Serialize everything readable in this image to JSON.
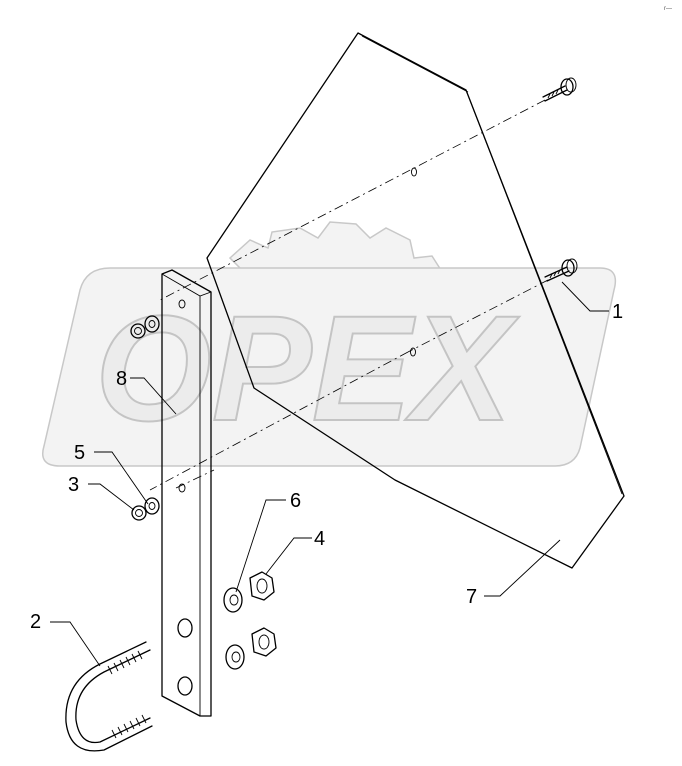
{
  "diagram": {
    "callouts": [
      {
        "id": "callout-1",
        "text": "1"
      },
      {
        "id": "callout-2",
        "text": "2"
      },
      {
        "id": "callout-3",
        "text": "3"
      },
      {
        "id": "callout-4",
        "text": "4"
      },
      {
        "id": "callout-5",
        "text": "5"
      },
      {
        "id": "callout-6",
        "text": "6"
      },
      {
        "id": "callout-7",
        "text": "7"
      },
      {
        "id": "callout-8",
        "text": "8"
      }
    ],
    "watermark": "OPEX",
    "corner_mark": "r—"
  }
}
